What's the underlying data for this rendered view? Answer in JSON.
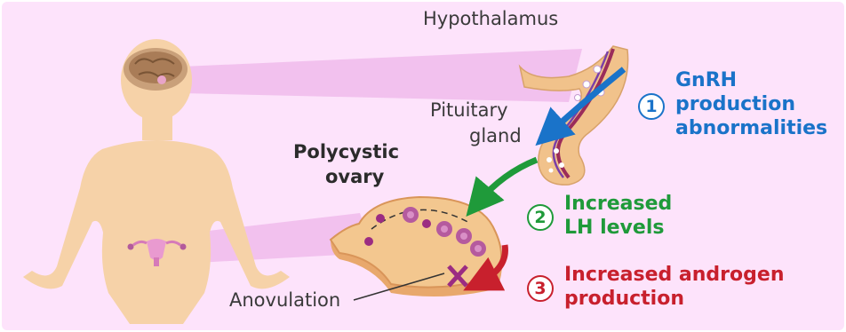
{
  "labels": {
    "hypothalamus": "Hypothalamus",
    "pituitary_line1": "Pituitary",
    "pituitary_line2": "gland",
    "ovary_line1": "Polycystic",
    "ovary_line2": "ovary",
    "anovulation": "Anovulation"
  },
  "steps": [
    {
      "number": "1",
      "line1": "GnRH",
      "line2": "production",
      "line3": "abnormalities",
      "color": "#1a73c9"
    },
    {
      "number": "2",
      "line1": "Increased",
      "line2": "LH levels",
      "color": "#1f9a3a"
    },
    {
      "number": "3",
      "line1": "Increased androgen",
      "line2": "production",
      "color": "#c8202d"
    }
  ],
  "colors": {
    "background": "#fde3fb",
    "body": "#f6d2a8",
    "ovary": "#f3c78f",
    "follicle": "#9b2c82",
    "blue_arrow": "#1a73c9",
    "green_arrow": "#1f9a3a",
    "red_arrow": "#c8202d",
    "pointer_line": "#333333"
  },
  "icons": [
    "brain-illustration",
    "uterus-illustration",
    "x-mark-icon"
  ]
}
